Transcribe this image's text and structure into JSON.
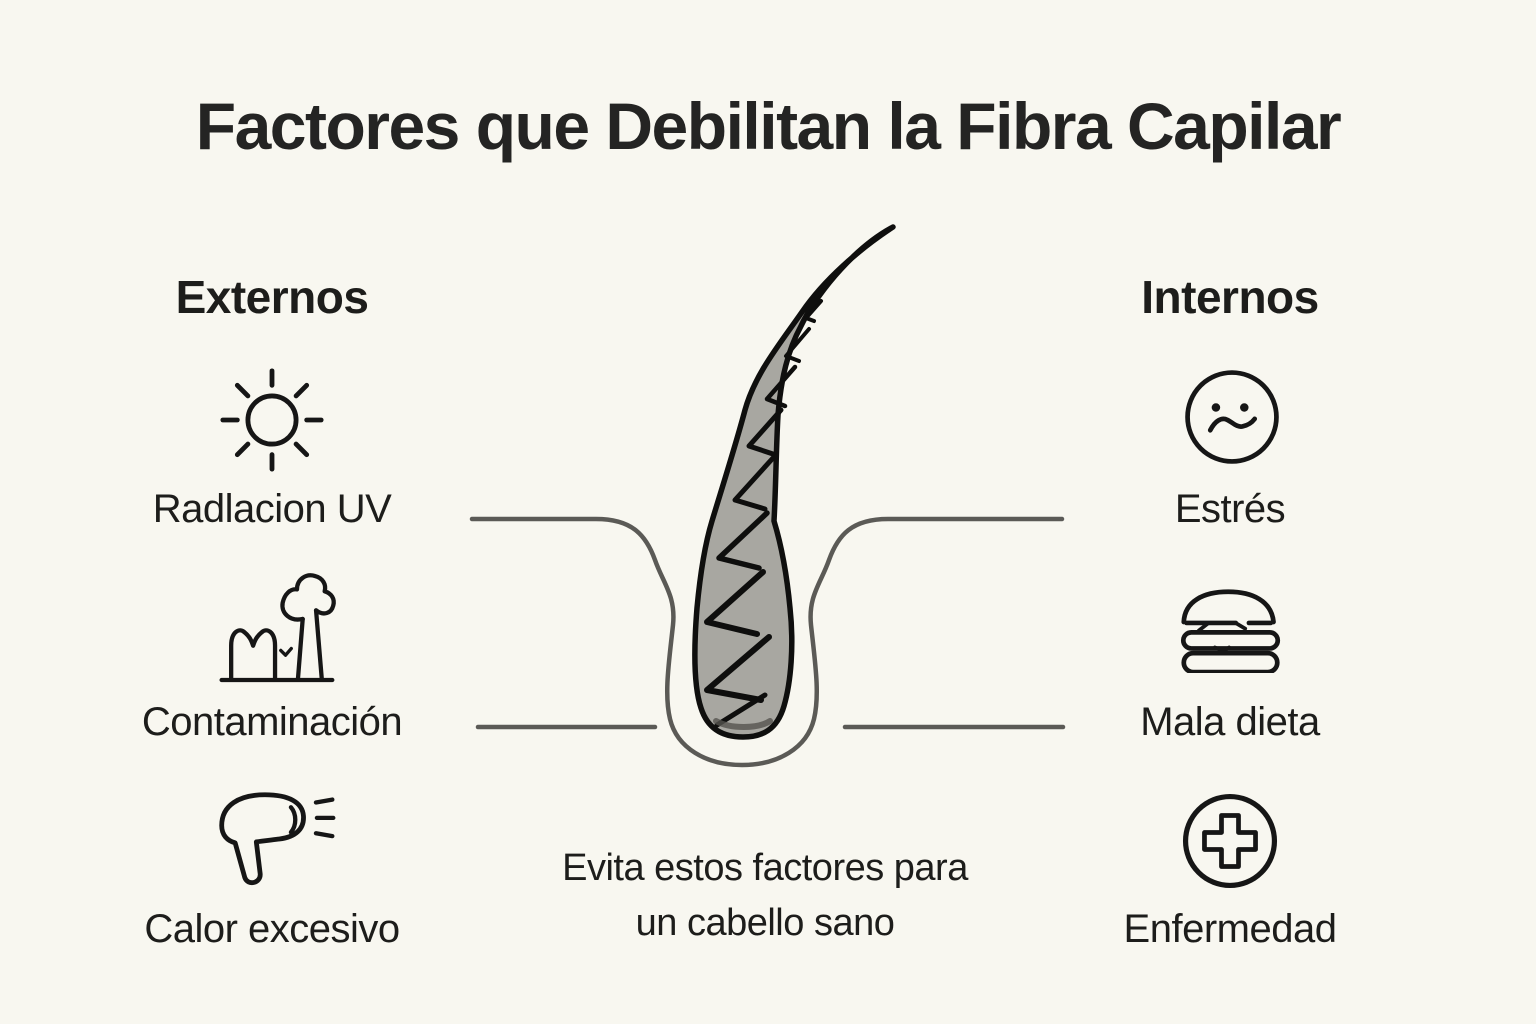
{
  "title": "Factores que Debilitan la Fibra Capilar",
  "columns": {
    "external": {
      "heading": "Externos",
      "items": [
        {
          "icon": "sun-icon",
          "label": "Radlacion UV"
        },
        {
          "icon": "factory-icon",
          "label": "Contaminación"
        },
        {
          "icon": "hair-dryer-icon",
          "label": "Calor excesivo"
        }
      ]
    },
    "internal": {
      "heading": "Internos",
      "items": [
        {
          "icon": "sad-face-icon",
          "label": "Estrés"
        },
        {
          "icon": "burger-icon",
          "label": "Mala dieta"
        },
        {
          "icon": "medical-cross-icon",
          "label": "Enfermedad"
        }
      ]
    }
  },
  "illustration": {
    "name": "hair-follicle-cross-section"
  },
  "footer": {
    "line1": "Evita estos factores para",
    "line2": "un cabello sano"
  },
  "colors": {
    "background": "#f8f7f0",
    "text": "#1d1d1b",
    "icon_stroke": "#161616",
    "hair_fill": "#a8a7a1",
    "hair_outline": "#0f0f0e",
    "skin_line": "#5b5a56"
  }
}
